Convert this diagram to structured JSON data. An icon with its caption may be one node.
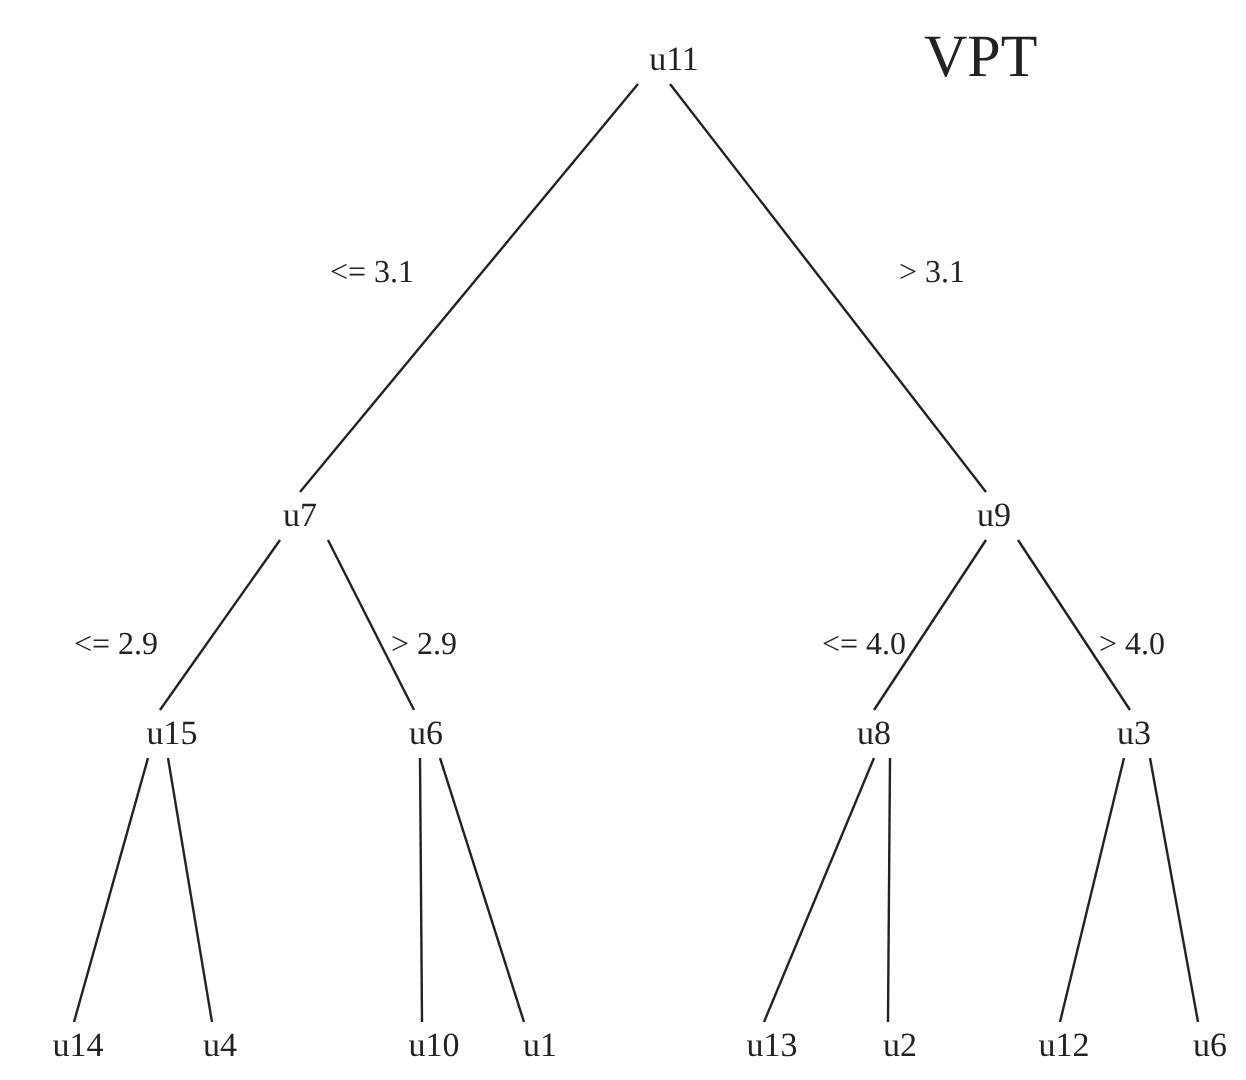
{
  "diagram": {
    "title": "VPT",
    "nodes": [
      {
        "text": [
          "u11"
        ]
      },
      {
        "text": [
          "u7"
        ]
      },
      {
        "text": [
          "u9"
        ]
      },
      {
        "text": [
          "u15"
        ]
      },
      {
        "text": [
          "u6"
        ]
      },
      {
        "text": [
          "u8"
        ]
      },
      {
        "text": [
          "u3"
        ]
      },
      {
        "text": [
          "u14"
        ]
      },
      {
        "text": [
          "u4"
        ]
      },
      {
        "text": [
          "u10"
        ]
      },
      {
        "text": [
          "u1"
        ]
      },
      {
        "text": [
          "u13"
        ]
      },
      {
        "text": [
          "u2"
        ]
      },
      {
        "text": [
          "u12"
        ]
      },
      {
        "text": [
          "u6"
        ]
      }
    ],
    "edges": [
      {
        "from": 0,
        "to": 1,
        "arrow": "none",
        "label": "<= 3.1"
      },
      {
        "from": 0,
        "to": 2,
        "arrow": "none",
        "label": "> 3.1"
      },
      {
        "from": 1,
        "to": 3,
        "arrow": "none",
        "label": "<= 2.9"
      },
      {
        "from": 1,
        "to": 4,
        "arrow": "none",
        "label": "> 2.9"
      },
      {
        "from": 2,
        "to": 5,
        "arrow": "none",
        "label": "<= 4.0"
      },
      {
        "from": 2,
        "to": 6,
        "arrow": "none",
        "label": "> 4.0"
      },
      {
        "from": 3,
        "to": 7,
        "arrow": "none"
      },
      {
        "from": 3,
        "to": 8,
        "arrow": "none"
      },
      {
        "from": 4,
        "to": 9,
        "arrow": "none"
      },
      {
        "from": 4,
        "to": 10,
        "arrow": "none"
      },
      {
        "from": 5,
        "to": 11,
        "arrow": "none"
      },
      {
        "from": 5,
        "to": 12,
        "arrow": "none"
      },
      {
        "from": 6,
        "to": 13,
        "arrow": "none"
      },
      {
        "from": 6,
        "to": 14,
        "arrow": "none"
      }
    ]
  }
}
